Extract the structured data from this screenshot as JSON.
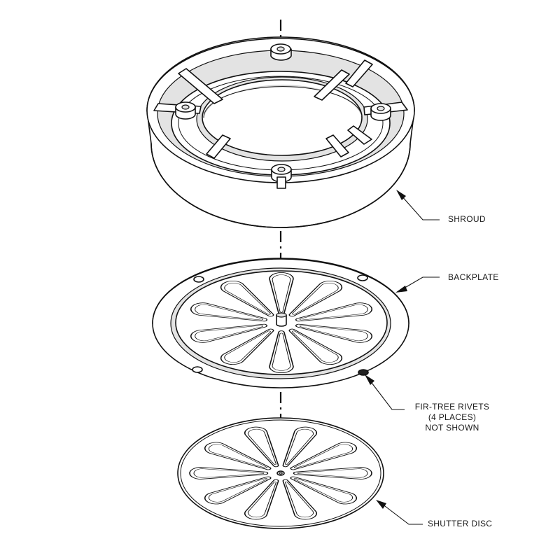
{
  "callouts": {
    "shroud": "SHROUD",
    "backplate": "BACKPLATE",
    "rivets_line1": "FIR-TREE RIVETS",
    "rivets_line2": "(4 PLACES)",
    "rivets_line3": "NOT SHOWN",
    "shutter_disc": "SHUTTER DISC"
  },
  "colors": {
    "line": "#111111",
    "paper": "#ffffff",
    "shade": "#cfcfcf"
  }
}
